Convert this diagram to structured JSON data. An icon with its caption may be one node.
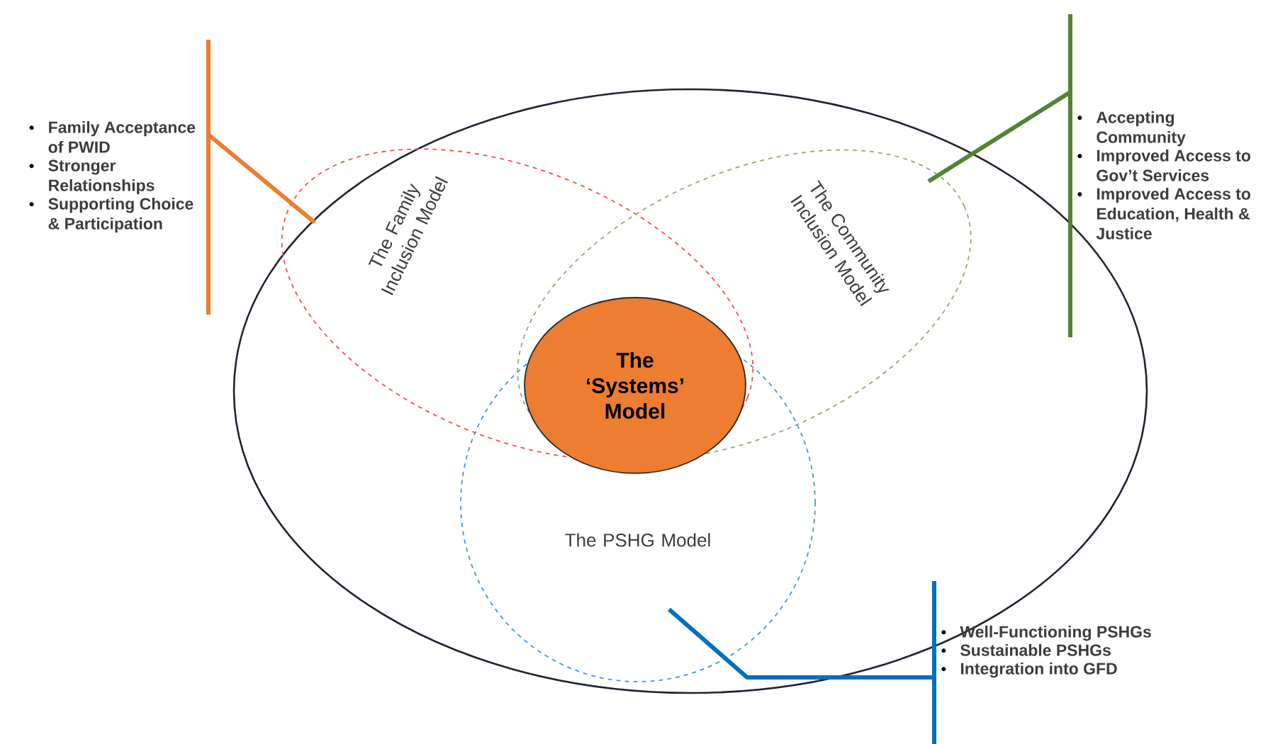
{
  "diagram": {
    "nodes": [
      {
        "text": [],
        "shape": "circle"
      },
      {
        "text": [
          "The Family Inclusion Model"
        ],
        "in": 0
      },
      {
        "text": [
          "The Community Inclusion Model"
        ],
        "in": 0
      },
      {
        "text": [
          "The PSHG Model"
        ],
        "in": 0
      },
      {
        "text": [
          "The ‘Systems’ Model"
        ],
        "in": 0
      },
      {
        "text": [
          "Family Acceptance of PWID",
          "Stronger Relationships",
          "Supporting Choice & Participation"
        ]
      },
      {
        "text": [
          "Accepting Community",
          "Improved Access to Gov’t Services",
          "Improved Access to Education, Health & Justice"
        ]
      },
      {
        "text": [
          "Well-Functioning PSHGs",
          "Sustainable PSHGs",
          "Integration into GFD"
        ]
      }
    ],
    "edges": [
      {
        "from": 5,
        "to": 1,
        "arrow": "none",
        "color": "#ed7d31"
      },
      {
        "from": 6,
        "to": 2,
        "arrow": "none",
        "color": "#548235"
      },
      {
        "from": 7,
        "to": 3,
        "arrow": "none",
        "color": "#0070c0"
      }
    ]
  }
}
